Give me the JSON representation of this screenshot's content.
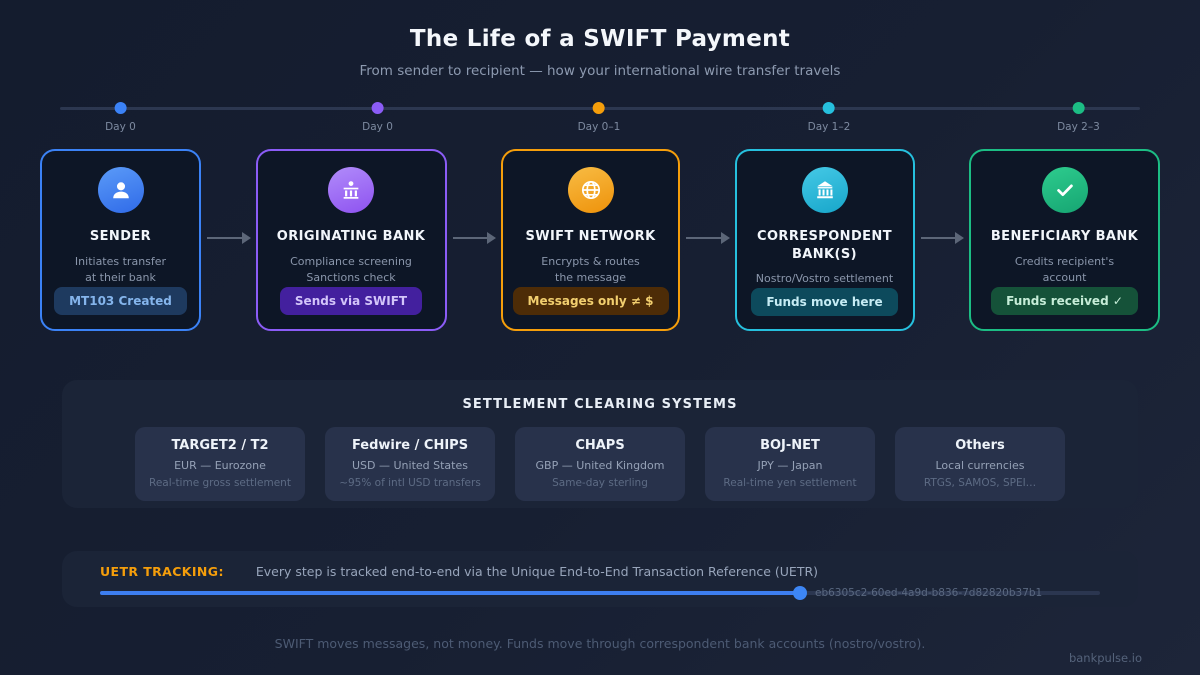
{
  "header": {
    "title": "The Life of a SWIFT Payment",
    "subtitle": "From sender to recipient — how your international wire transfer travels"
  },
  "timeline": {
    "days": [
      "Day 0",
      "Day 0",
      "Day 0–1",
      "Day 1–2",
      "Day 2–3"
    ]
  },
  "stages": [
    {
      "name": "SENDER",
      "icon": "user-icon",
      "desc1": "Initiates transfer",
      "desc2": "at their bank",
      "badge": "MT103 Created",
      "accent": "#3b82f6",
      "icon_top": "#5b9bf8",
      "icon_bot": "#2f6ae8",
      "badge_bg": "#1e3a5f",
      "badge_fg": "#85b5ec"
    },
    {
      "name": "ORIGINATING BANK",
      "icon": "bank-icon",
      "desc1": "Compliance screening",
      "desc2": "Sanctions check",
      "badge": "Sends via SWIFT",
      "accent": "#8b5cf6",
      "icon_top": "#b18cfa",
      "icon_bot": "#8e52f0",
      "badge_bg": "#43209e",
      "badge_fg": "#d3c5fa"
    },
    {
      "name": "SWIFT NETWORK",
      "icon": "globe-icon",
      "desc1": "Encrypts & routes",
      "desc2": "the message",
      "badge": "Messages only ≠ $",
      "accent": "#f59e0b",
      "icon_top": "#f8bc44",
      "icon_bot": "#ee920a",
      "badge_bg": "#4d2c07",
      "badge_fg": "#f2cf6f"
    },
    {
      "name": "CORRESPONDENT BANK(S)",
      "icon": "bank-columns-icon",
      "desc1": "Nostro/Vostro settlement",
      "desc2": "",
      "badge": "Funds move here",
      "accent": "#26c0de",
      "icon_top": "#45c9e6",
      "icon_bot": "#17a6ca",
      "badge_bg": "#0d4a5c",
      "badge_fg": "#c6ecf4"
    },
    {
      "name": "BENEFICIARY BANK",
      "icon": "check-icon",
      "desc1": "Credits recipient's",
      "desc2": "account",
      "badge": "Funds received ✓",
      "accent": "#1cbd84",
      "icon_top": "#2ecc8e",
      "icon_bot": "#16a572",
      "badge_bg": "#155239",
      "badge_fg": "#c6edd8"
    }
  ],
  "clearing": {
    "heading": "SETTLEMENT CLEARING SYSTEMS",
    "systems": [
      {
        "name": "TARGET2 / T2",
        "line1": "EUR — Eurozone",
        "line2": "Real-time gross settlement"
      },
      {
        "name": "Fedwire / CHIPS",
        "line1": "USD — United States",
        "line2": "~95% of intl USD transfers"
      },
      {
        "name": "CHAPS",
        "line1": "GBP — United Kingdom",
        "line2": "Same-day sterling"
      },
      {
        "name": "BOJ-NET",
        "line1": "JPY — Japan",
        "line2": "Real-time yen settlement"
      },
      {
        "name": "Others",
        "line1": "Local currencies",
        "line2": "RTGS, SAMOS, SPEI…"
      }
    ]
  },
  "uetr": {
    "label": "UETR TRACKING:",
    "text": "Every step is tracked end-to-end via the Unique End-to-End Transaction Reference (UETR)",
    "uuid": "eb6305c2-60ed-4a9d-b836-7d82820b37b1",
    "progress_percent": 70,
    "bar_color": "#3d7ef0"
  },
  "footer": {
    "note": "SWIFT moves messages, not money. Funds move through correspondent bank accounts (nostro/vostro).",
    "brand": "bankpulse.io"
  }
}
